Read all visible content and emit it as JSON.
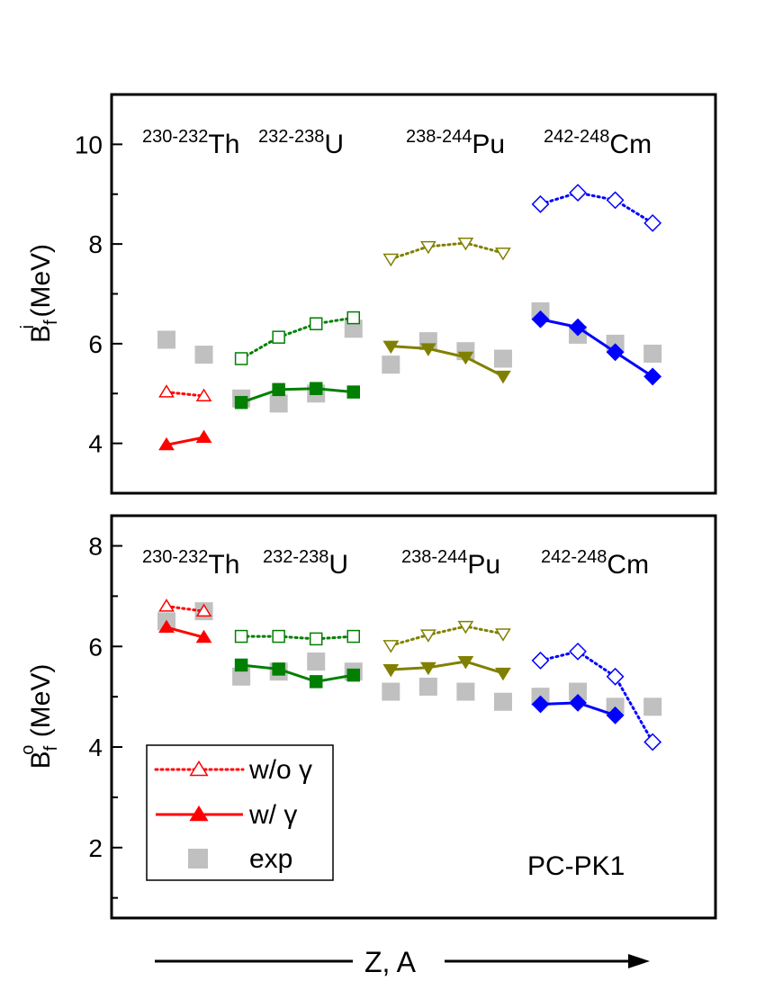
{
  "colors": {
    "Th": "#ff0000",
    "U": "#007f00",
    "Pu": "#808000",
    "Cm": "#0000ff",
    "exp": "#c0c0c0",
    "frame": "#000000"
  },
  "legend": {
    "wo_gamma": "w/o γ",
    "w_gamma": "w/ γ",
    "exp": "exp"
  },
  "model_label": "PC-PK1",
  "xaxis_label": "Z, A",
  "chart_data": [
    {
      "type": "scatter",
      "panel": "top",
      "ylabel": {
        "main": "B",
        "sub": "f",
        "sup": "i",
        "unit": " (MeV)"
      },
      "ylim": [
        3,
        11
      ],
      "yticks": [
        4,
        6,
        8,
        10
      ],
      "yminor": [
        3,
        5,
        7,
        9,
        11
      ],
      "xlim": [
        0,
        16
      ],
      "grid": false,
      "isotopes": [
        {
          "key": "Th",
          "range": "230-232",
          "element": "Th"
        },
        {
          "key": "U",
          "range": "232-238",
          "element": "U"
        },
        {
          "key": "Pu",
          "range": "238-244",
          "element": "Pu"
        },
        {
          "key": "Cm",
          "range": "242-248",
          "element": "Cm"
        }
      ],
      "series": [
        {
          "group": "Th",
          "kind": "wo",
          "marker": "triangle-up",
          "x": [
            1,
            2
          ],
          "y": [
            5.03,
            4.95
          ]
        },
        {
          "group": "Th",
          "kind": "w",
          "marker": "triangle-up",
          "x": [
            1,
            2
          ],
          "y": [
            3.97,
            4.12
          ]
        },
        {
          "group": "U",
          "kind": "wo",
          "marker": "square",
          "x": [
            3,
            4,
            5,
            6
          ],
          "y": [
            5.7,
            6.13,
            6.4,
            6.52
          ]
        },
        {
          "group": "U",
          "kind": "w",
          "marker": "square",
          "x": [
            3,
            4,
            5,
            6
          ],
          "y": [
            4.82,
            5.08,
            5.1,
            5.03
          ]
        },
        {
          "group": "Pu",
          "kind": "wo",
          "marker": "triangle-down",
          "x": [
            7,
            8,
            9,
            10
          ],
          "y": [
            7.7,
            7.95,
            8.02,
            7.82
          ]
        },
        {
          "group": "Pu",
          "kind": "w",
          "marker": "triangle-down",
          "x": [
            7,
            8,
            9,
            10
          ],
          "y": [
            5.95,
            5.9,
            5.73,
            5.35
          ]
        },
        {
          "group": "Cm",
          "kind": "wo",
          "marker": "diamond",
          "x": [
            11,
            12,
            13,
            14
          ],
          "y": [
            8.8,
            9.03,
            8.88,
            8.42
          ]
        },
        {
          "group": "Cm",
          "kind": "w",
          "marker": "diamond",
          "x": [
            11,
            12,
            13,
            14
          ],
          "y": [
            6.49,
            6.33,
            5.83,
            5.34
          ]
        }
      ],
      "exp": {
        "x": [
          1,
          2,
          3,
          4,
          5,
          6,
          7,
          8,
          9,
          10,
          11,
          12,
          13,
          14
        ],
        "y": [
          6.08,
          5.78,
          4.9,
          4.8,
          5.0,
          6.3,
          5.58,
          6.05,
          5.85,
          5.7,
          6.65,
          6.18,
          6.0,
          5.8
        ]
      }
    },
    {
      "type": "scatter",
      "panel": "bottom",
      "ylabel": {
        "main": "B",
        "sub": "f",
        "sup": "o",
        "unit": " (MeV)"
      },
      "ylim": [
        0.6,
        8.6
      ],
      "yticks": [
        2,
        4,
        6,
        8
      ],
      "yminor": [
        1,
        3,
        5,
        7
      ],
      "xlim": [
        0,
        16
      ],
      "grid": false,
      "isotopes": [
        {
          "key": "Th",
          "range": "230-232",
          "element": "Th"
        },
        {
          "key": "U",
          "range": "232-238",
          "element": "U"
        },
        {
          "key": "Pu",
          "range": "238-244",
          "element": "Pu"
        },
        {
          "key": "Cm",
          "range": "242-248",
          "element": "Cm"
        }
      ],
      "series": [
        {
          "group": "Th",
          "kind": "wo",
          "marker": "triangle-up",
          "x": [
            1,
            2
          ],
          "y": [
            6.8,
            6.7
          ]
        },
        {
          "group": "Th",
          "kind": "w",
          "marker": "triangle-up",
          "x": [
            1,
            2
          ],
          "y": [
            6.38,
            6.18
          ]
        },
        {
          "group": "U",
          "kind": "wo",
          "marker": "square",
          "x": [
            3,
            4,
            5,
            6
          ],
          "y": [
            6.2,
            6.2,
            6.15,
            6.2
          ]
        },
        {
          "group": "U",
          "kind": "w",
          "marker": "square",
          "x": [
            3,
            4,
            5,
            6
          ],
          "y": [
            5.63,
            5.55,
            5.3,
            5.43
          ]
        },
        {
          "group": "Pu",
          "kind": "wo",
          "marker": "triangle-down",
          "x": [
            7,
            8,
            9,
            10
          ],
          "y": [
            6.02,
            6.23,
            6.4,
            6.25
          ]
        },
        {
          "group": "Pu",
          "kind": "w",
          "marker": "triangle-down",
          "x": [
            7,
            8,
            9,
            10
          ],
          "y": [
            5.54,
            5.58,
            5.7,
            5.47
          ]
        },
        {
          "group": "Cm",
          "kind": "wo",
          "marker": "diamond",
          "x": [
            11,
            12,
            13,
            14
          ],
          "y": [
            5.72,
            5.9,
            5.4,
            4.1
          ]
        },
        {
          "group": "Cm",
          "kind": "w",
          "marker": "diamond",
          "x": [
            11,
            12,
            13
          ],
          "y": [
            4.85,
            4.88,
            4.63
          ]
        }
      ],
      "exp": {
        "x": [
          1,
          2,
          3,
          4,
          5,
          6,
          7,
          8,
          9,
          10,
          11,
          12,
          13,
          14
        ],
        "y": [
          6.5,
          6.7,
          5.4,
          5.5,
          5.7,
          5.5,
          5.1,
          5.2,
          5.1,
          4.9,
          5.0,
          5.1,
          4.8,
          4.8
        ]
      }
    }
  ]
}
